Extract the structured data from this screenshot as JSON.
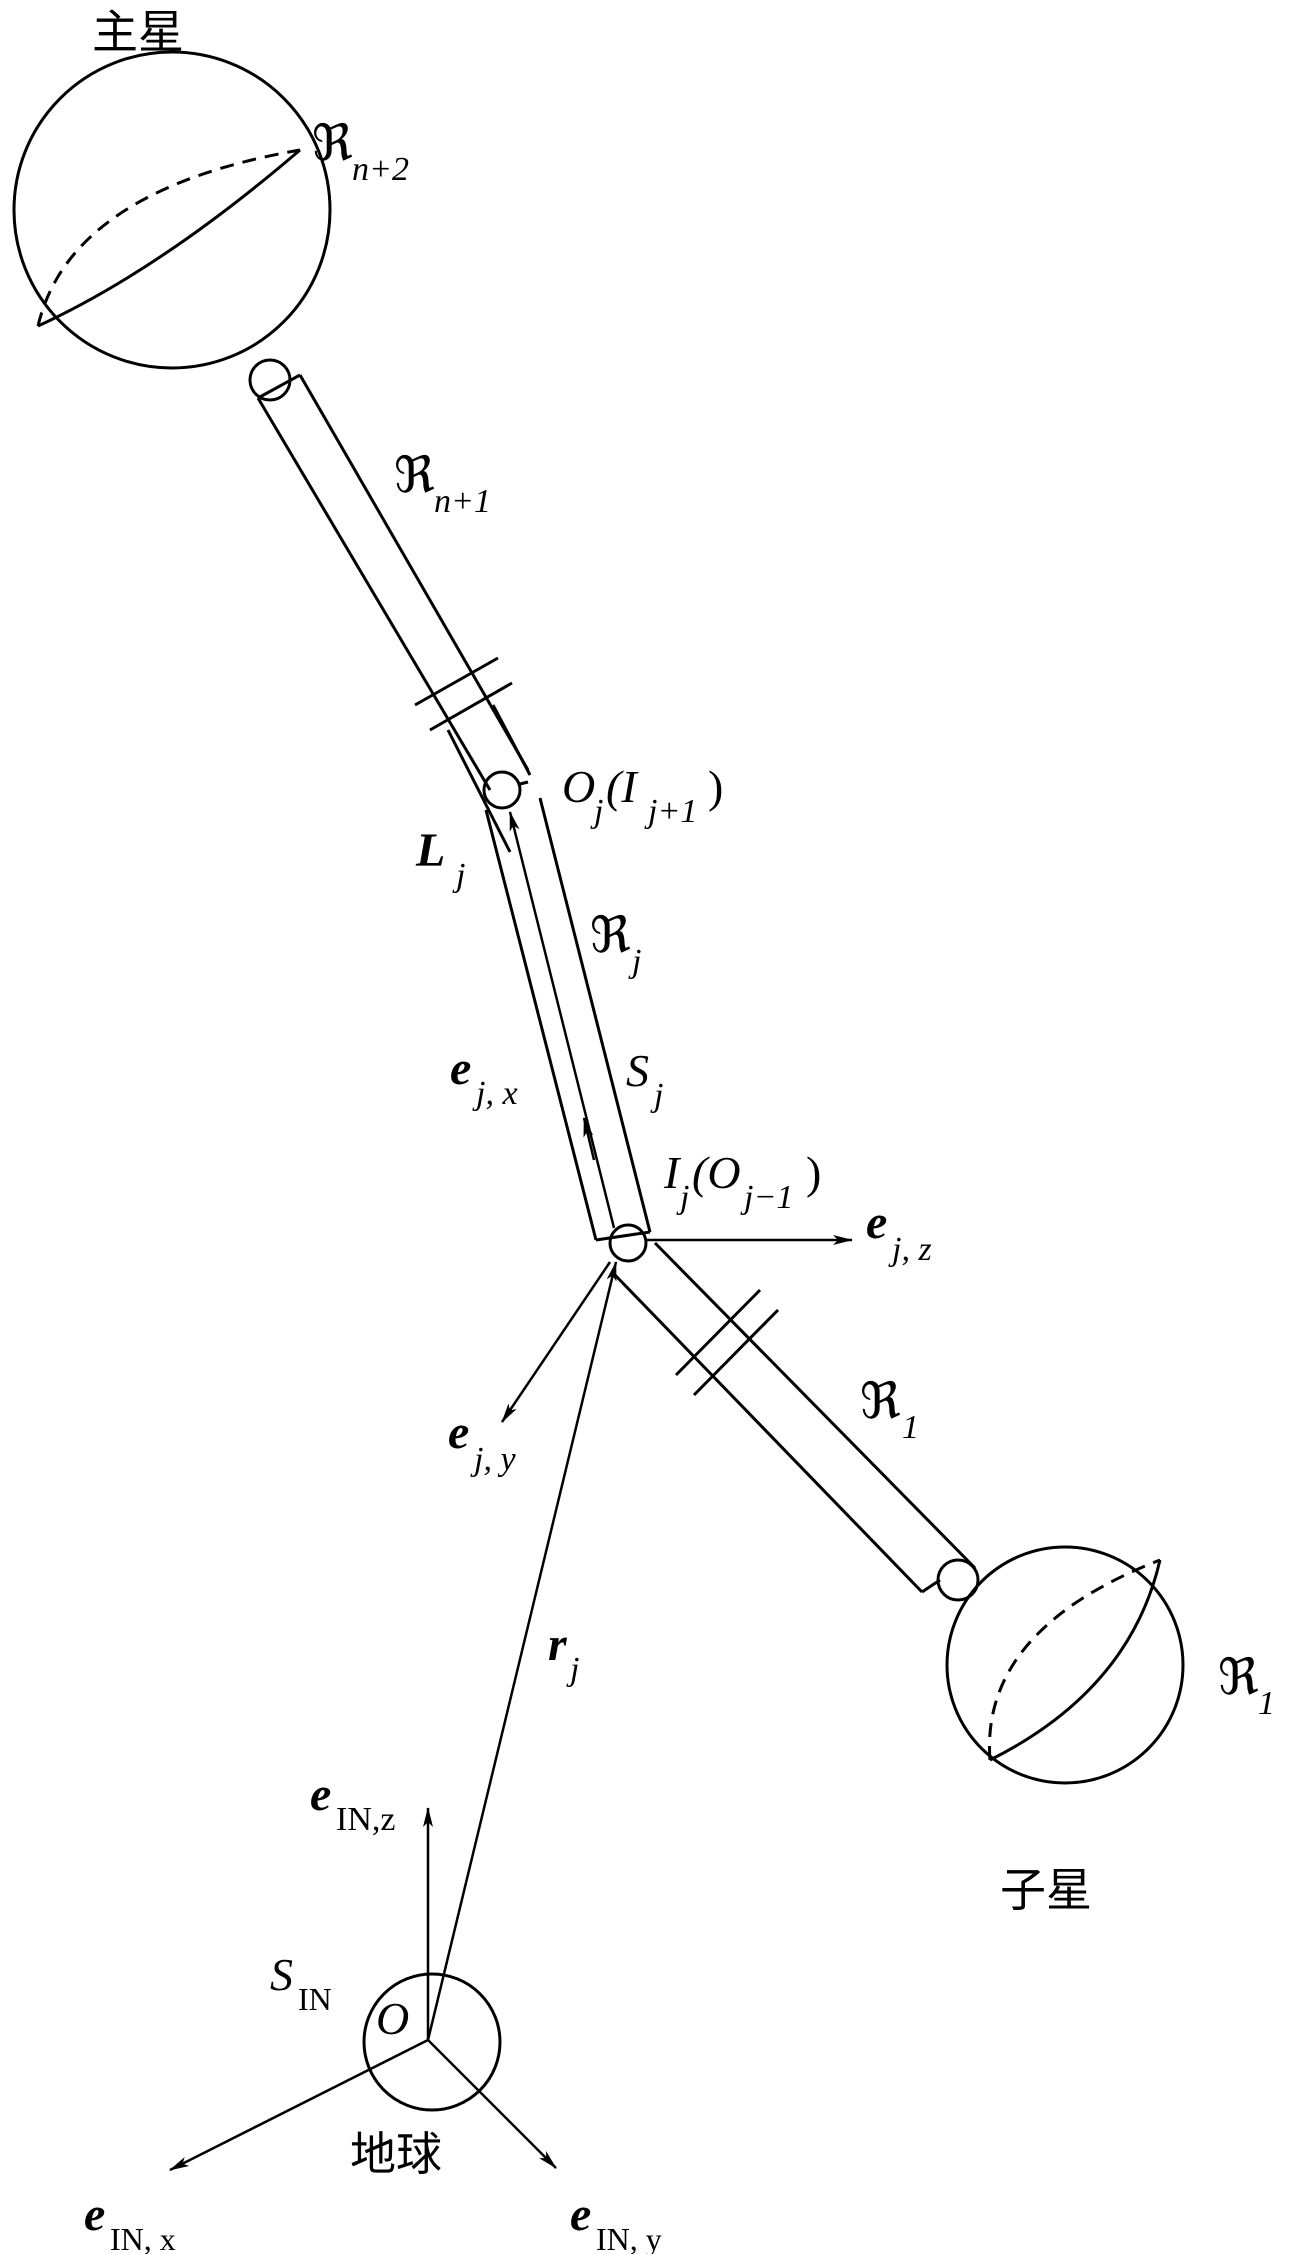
{
  "bodies": {
    "main_star": "主星",
    "sub_star": "子星",
    "earth": "地球"
  },
  "labels": {
    "frak": "ℜ",
    "R_n2_sub": "n+2",
    "R_n1_sub": "n+1",
    "R_j_sub": "j",
    "R_1_link_sub": "1",
    "R_1_sub_sat_sub": "1",
    "Oj": "O",
    "Oj_sub": "j",
    "Oj_paren_I": "(I",
    "Oj_paren_sub": "j+1",
    "Oj_paren_close": ")",
    "L": "L",
    "L_sub": "j",
    "S": "S",
    "S_sub": "j",
    "e": "e",
    "ejx_sub": "j, x",
    "ejy_sub": "j, y",
    "ejz_sub": "j, z",
    "I": "I",
    "I_sub": "j",
    "I_paren_O": "(O",
    "I_paren_sub": "j−1",
    "I_paren_close": ")",
    "r": "r",
    "r_sub": "j",
    "S_IN": "S",
    "S_IN_sub": "IN",
    "O": "O",
    "eINz_sub": "IN,z",
    "eINx_sub": "IN, x",
    "eINy_sub": "IN, y"
  }
}
